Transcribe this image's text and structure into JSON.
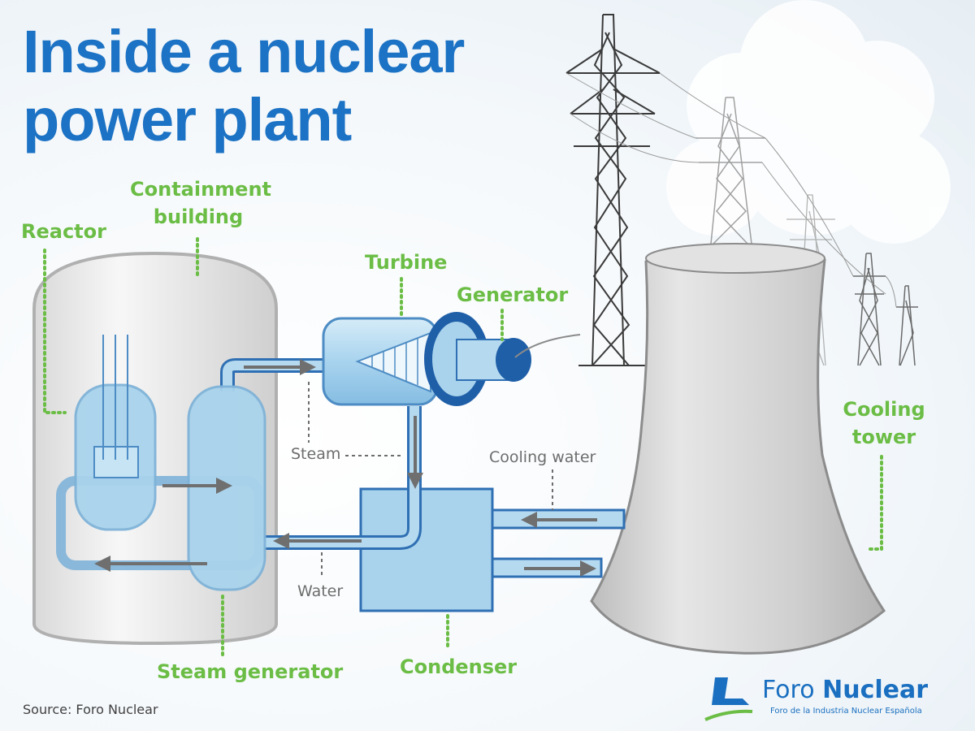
{
  "title": {
    "line1": "Inside a nuclear",
    "line2": "power plant"
  },
  "labels": {
    "reactor": "Reactor",
    "containment_line1": "Containment",
    "containment_line2": "building",
    "turbine": "Turbine",
    "generator": "Generator",
    "cooling_tower_line1": "Cooling",
    "cooling_tower_line2": "tower",
    "steam_generator": "Steam generator",
    "condenser": "Condenser"
  },
  "flow_labels": {
    "steam": "Steam",
    "water": "Water",
    "cooling_water": "Cooling water"
  },
  "source": "Source: Foro Nuclear",
  "logo": {
    "name_light": "Foro",
    "name_bold": "Nuclear",
    "tagline": "Foro de la Industria Nuclear Española"
  },
  "colors": {
    "title_blue": "#1c72c4",
    "label_green": "#6bbd45",
    "pipe_blue": "#2f6fb3",
    "light_blue": "#a9d3ec",
    "gray_label": "#6d6d6d"
  }
}
